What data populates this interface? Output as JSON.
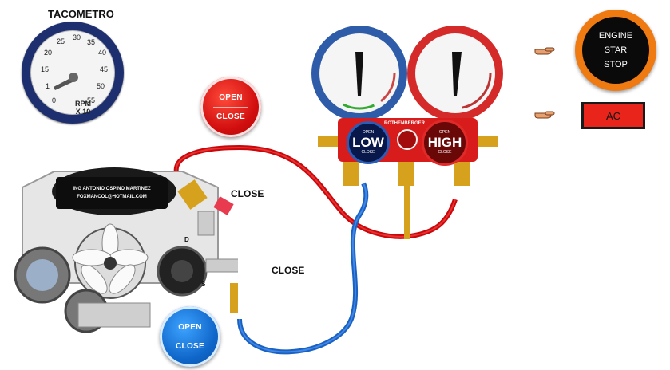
{
  "tachometer": {
    "title": "TACOMETRO",
    "ticks": [
      "0",
      "1",
      "15",
      "20",
      "25",
      "30",
      "35",
      "40",
      "45",
      "50",
      "55"
    ],
    "unit_line1": "RPM",
    "unit_line2": "X 10"
  },
  "service_valve_high": {
    "open_label": "OPEN",
    "close_label": "CLOSE"
  },
  "service_valve_low": {
    "open_label": "OPEN",
    "close_label": "CLOSE"
  },
  "engine_button": {
    "line1": "ENGINE",
    "line2": "STAR",
    "line3": "STOP"
  },
  "ac_button": {
    "label": "AC"
  },
  "fitting_labels": {
    "discharge_state": "CLOSE",
    "suction_state": "CLOSE",
    "discharge_port": "D",
    "suction_port": "S"
  },
  "engine_plate": {
    "author": "ING ANTONIO OSPINO MARTINEZ",
    "email": "FOXMANCOL@HOTMAIL.COM"
  },
  "manifold": {
    "brand": "ROTHENBERGER",
    "low_knob": {
      "label": "LOW",
      "open": "OPEN",
      "close": "CLOSE"
    },
    "high_knob": {
      "label": "HIGH",
      "open": "OPEN",
      "close": "CLOSE"
    }
  },
  "colors": {
    "tacho_ring": "#1d2f6f",
    "red_valve": "#d10e0e",
    "blue_valve": "#0f66c9",
    "engine_ring": "#f07a12",
    "ac_button": "#e8241b",
    "high_hose": "#e01010",
    "low_hose": "#1f6fd1"
  }
}
